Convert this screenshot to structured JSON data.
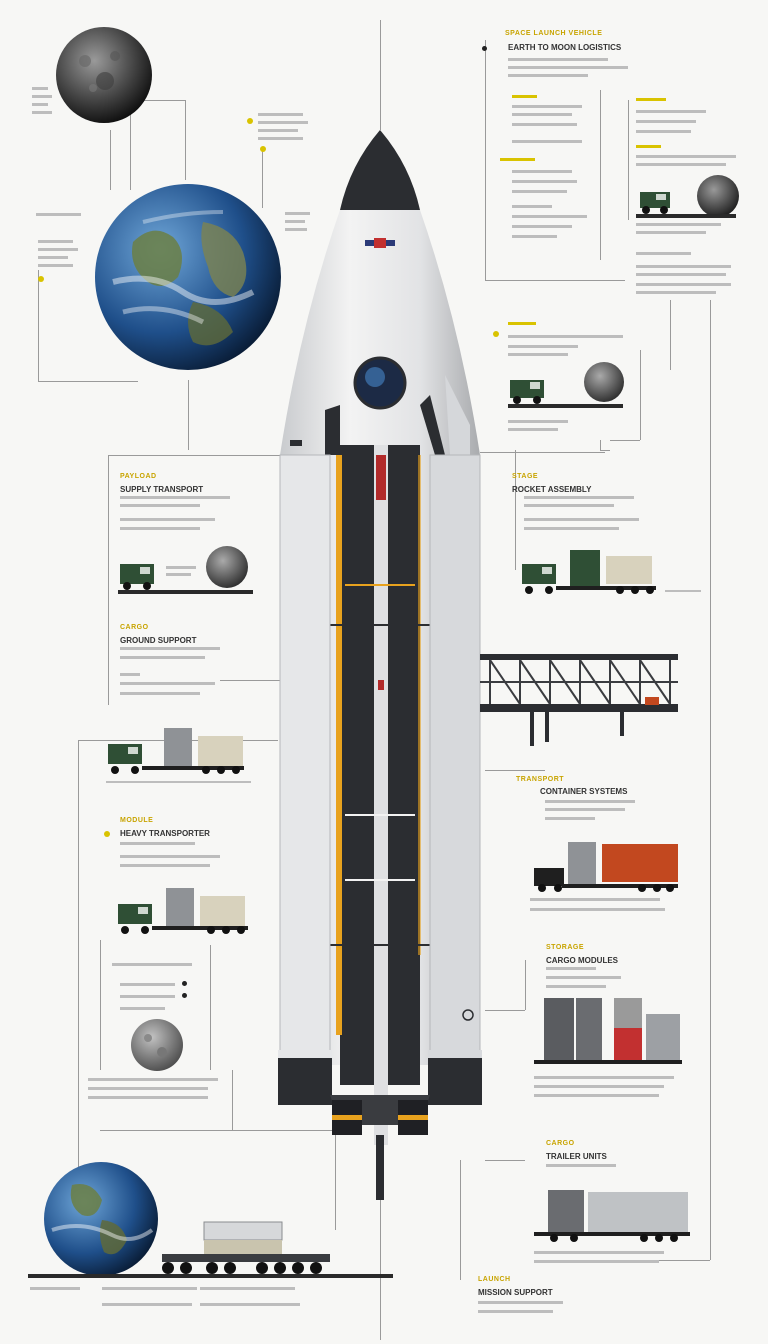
{
  "title_label": "SPACE LAUNCH",
  "panels": {
    "top_right_header": "SPACE LAUNCH VEHICLE",
    "top_right_sub": "EARTH TO MOON LOGISTICS",
    "left_mid_1_header": "PAYLOAD",
    "left_mid_1_title": "SUPPLY TRANSPORT",
    "left_mid_2_header": "CARGO",
    "left_mid_2_title": "GROUND SUPPORT",
    "left_mid_3_header": "MODULE",
    "left_mid_3_title": "HEAVY TRANSPORTER",
    "right_mid_1_header": "STAGE",
    "right_mid_1_title": "ROCKET ASSEMBLY",
    "right_mid_2_header": "TRANSPORT",
    "right_mid_2_title": "CONTAINER SYSTEMS",
    "right_mid_3_header": "STORAGE",
    "right_mid_3_title": "CARGO MODULES",
    "right_low_header": "CARGO",
    "right_low_title": "TRAILER UNITS",
    "bottom_header": "LAUNCH",
    "bottom_title": "MISSION SUPPORT"
  },
  "colors": {
    "accent": "#d9c300",
    "rocket_body": "#e9eaec",
    "rocket_dark": "#2b2d31",
    "rocket_stripe": "#e8a21e",
    "truck_green": "#2f4f35",
    "container_orange": "#c2481f"
  },
  "icons": [
    "moon-icon",
    "earth-icon",
    "rocket-icon",
    "truck-icon",
    "container-icon",
    "gantry-icon"
  ]
}
